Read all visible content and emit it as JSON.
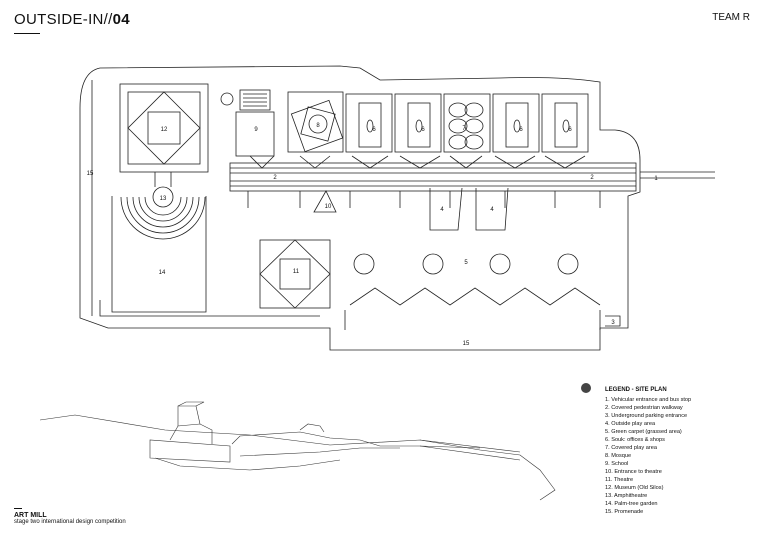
{
  "header": {
    "title": "OUTSIDE-IN//",
    "title_num": "04",
    "team": "TEAM R"
  },
  "plan_labels": {
    "n1": "1",
    "n2": "2",
    "n3": "3",
    "n4": "4",
    "n5": "5",
    "n6": "6",
    "n7": "7",
    "n8": "8",
    "n9": "9",
    "n10": "10",
    "n11": "11",
    "n12": "12",
    "n13": "13",
    "n14": "14",
    "n15": "15"
  },
  "legend": {
    "title": "LEGEND - SITE PLAN",
    "items": [
      "1. Vehicular entrance and bus stop",
      "2. Covered pedestrian walkway",
      "3. Underground parking entrance",
      "4. Outside play area",
      "5. Green carpet (grassed area)",
      "6. Souk: offices & shops",
      "7. Covered play area",
      "8. Mosque",
      "9. School",
      "10. Entrance to theatre",
      "11. Theatre",
      "12. Museum (Old Silos)",
      "13. Amphitheatre",
      "14. Palm-tree garden",
      "15. Promenade"
    ]
  },
  "project": {
    "name": "ART MILL",
    "subtitle": "stage two international design competition"
  }
}
